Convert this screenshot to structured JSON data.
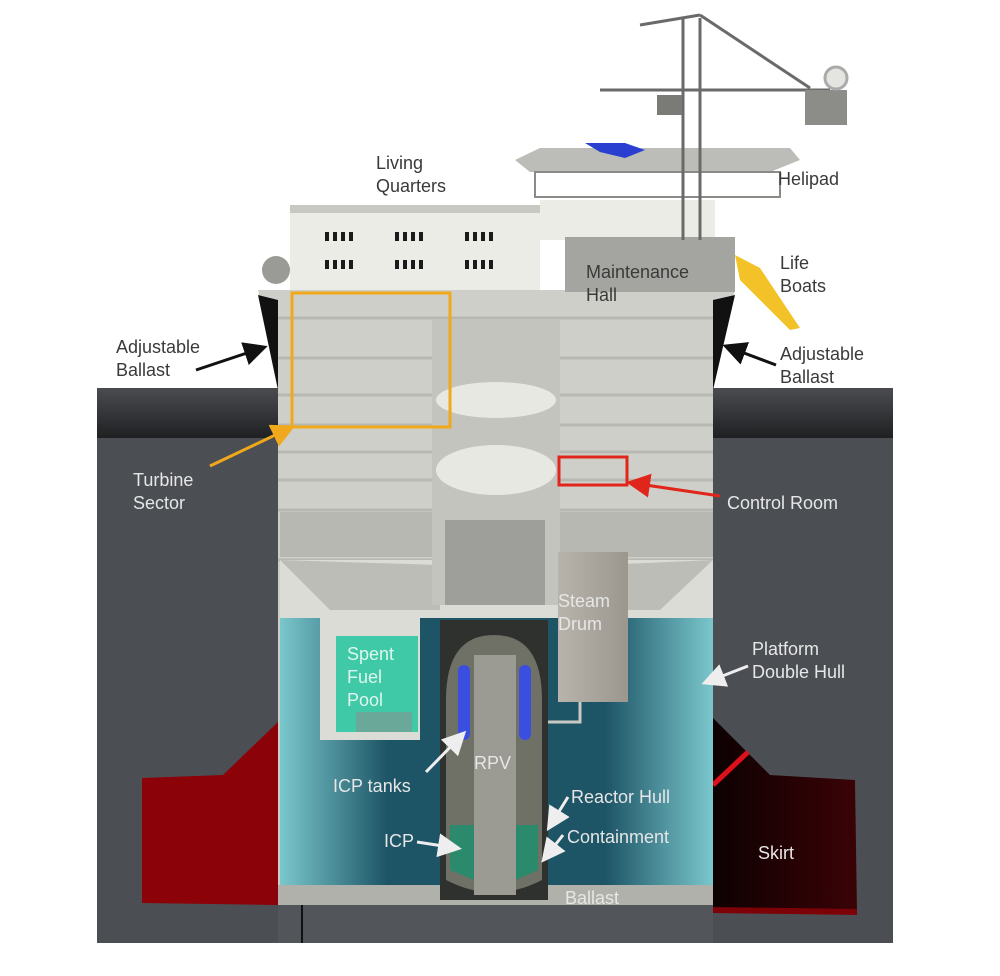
{
  "diagram": {
    "title": "Floating nuclear power plant cross-section",
    "colors": {
      "sea": "#4b4f54",
      "sea_surface": "#2e3033",
      "hull_light": "#d9d9d4",
      "deck_grey": "#bdbdb8",
      "water_teal": "#1f5c6e",
      "water_light": "#63b9c2",
      "pool_green": "#3fc9a6",
      "skirt_red": "#8b0208",
      "skirt_dark": "#140203",
      "turbine_box": "#f0a81c",
      "control_box": "#e0261b",
      "icp_blue": "#3a4fe0",
      "icp_green": "#2c8a6c",
      "helicopter": "#2a3fd0",
      "lifeboat": "#f2c228",
      "crane": "#6a6a6a"
    },
    "labels": {
      "living_quarters": "Living\nQuarters",
      "helipad": "Helipad",
      "maintenance_hall": "Maintenance\nHall",
      "life_boats": "Life\nBoats",
      "adjustable_ballast_left": "Adjustable\nBallast",
      "adjustable_ballast_right": "Adjustable\nBallast",
      "turbine_sector": "Turbine\nSector",
      "control_room": "Control Room",
      "steam_drum": "Steam\nDrum",
      "spent_fuel_pool": "Spent\nFuel\nPool",
      "platform_double_hull": "Platform\nDouble Hull",
      "icp_tanks": "ICP tanks",
      "rpv": "RPV",
      "reactor_hull": "Reactor Hull",
      "icp": "ICP",
      "containment": "Containment",
      "ballast": "Ballast",
      "skirt": "Skirt"
    }
  }
}
